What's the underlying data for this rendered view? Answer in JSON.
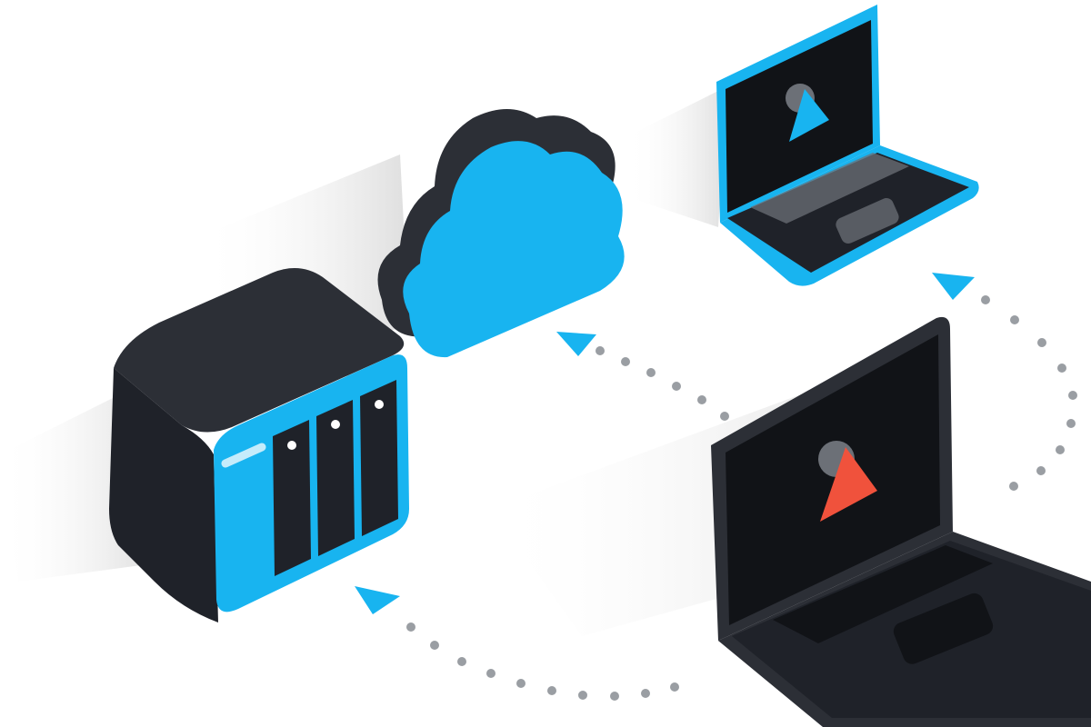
{
  "diagram": {
    "nodes": [
      {
        "id": "nas",
        "icon": "nas-server-icon",
        "drive_bays": 3
      },
      {
        "id": "cloud",
        "icon": "cloud-icon"
      },
      {
        "id": "remote-laptop",
        "icon": "laptop-icon",
        "screen_logo": "blue-triangle-logo"
      },
      {
        "id": "local-laptop",
        "icon": "laptop-icon",
        "screen_logo": "red-triangle-logo"
      }
    ],
    "flows": [
      {
        "from": "local-laptop",
        "to": "cloud",
        "style": "dotted-arrow"
      },
      {
        "from": "local-laptop",
        "to": "remote-laptop",
        "style": "dotted-arrow"
      },
      {
        "from": "local-laptop",
        "to": "nas",
        "style": "dotted-arrow"
      }
    ]
  },
  "colors": {
    "accent_blue": "#18b4f0",
    "dark_body": "#1f2229",
    "dark_side": "#2c2f36",
    "screen": "#111317",
    "logo_red": "#f0523c",
    "logo_gray": "#6c7077",
    "dots": "#9a9ea3",
    "shadow": "#e4e4e4"
  }
}
